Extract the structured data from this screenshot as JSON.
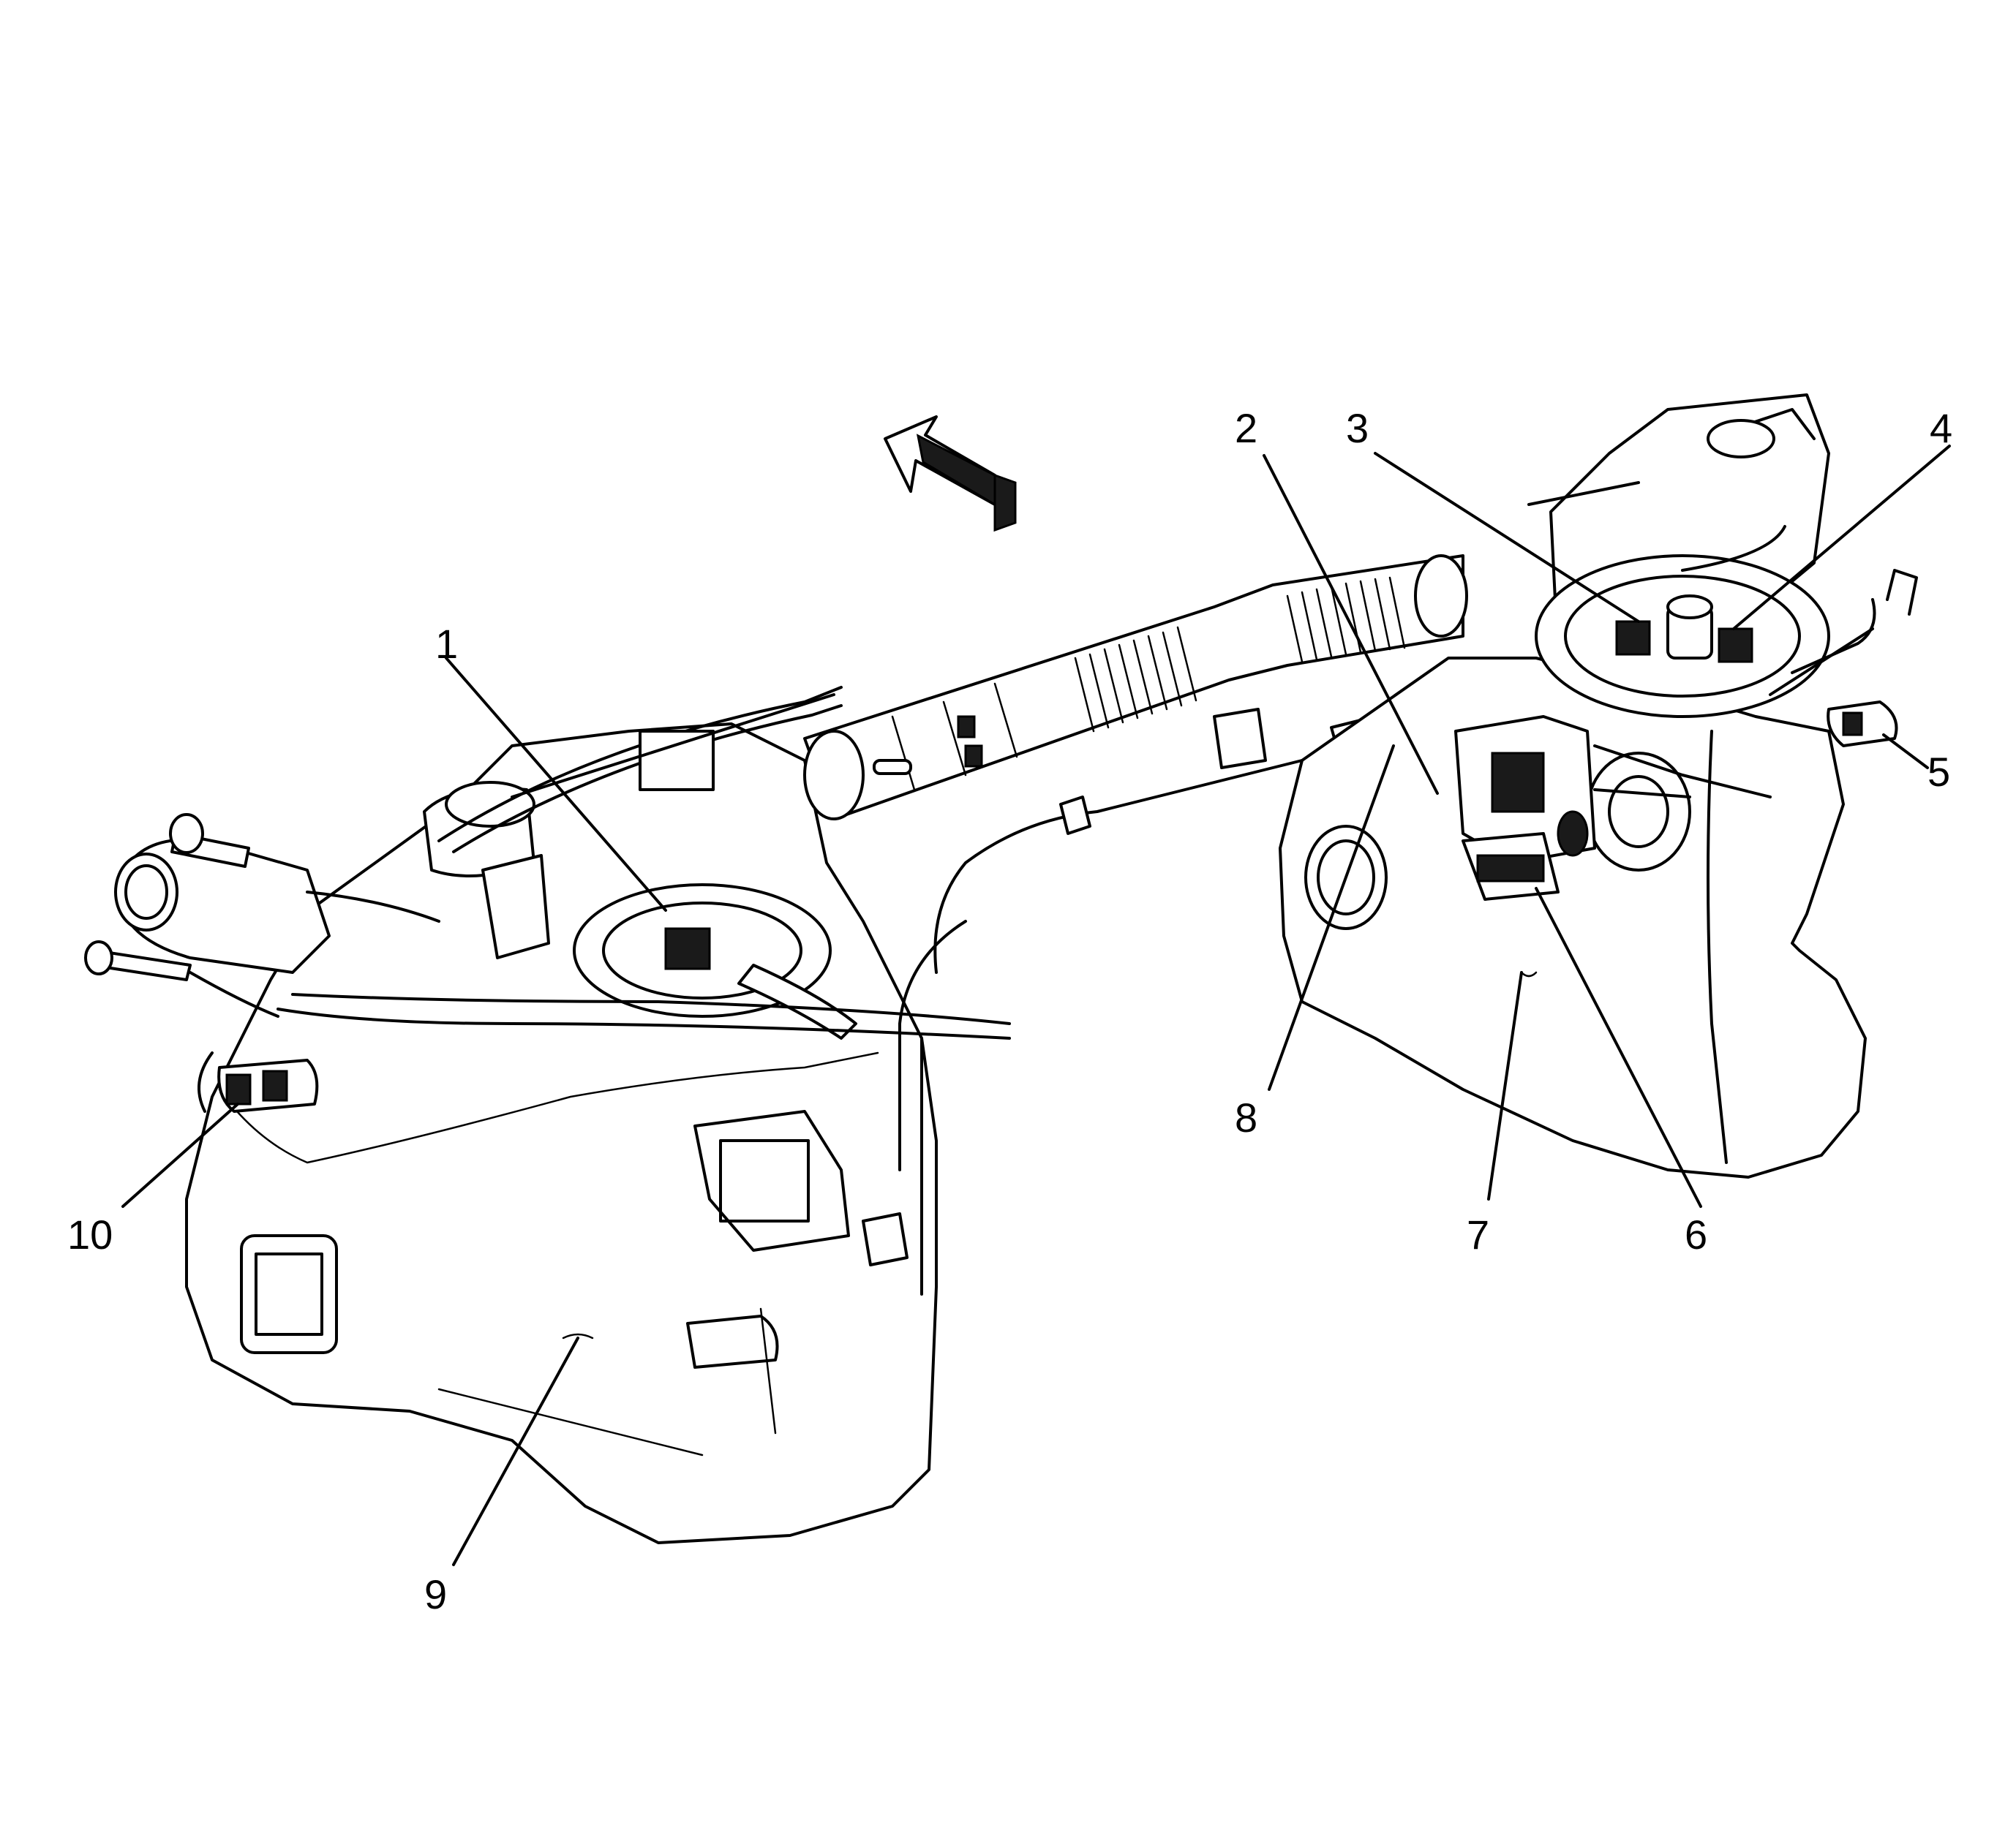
{
  "diagram": {
    "callouts": [
      {
        "id": "1",
        "label": "1"
      },
      {
        "id": "2",
        "label": "2"
      },
      {
        "id": "3",
        "label": "3"
      },
      {
        "id": "4",
        "label": "4"
      },
      {
        "id": "5",
        "label": "5"
      },
      {
        "id": "6",
        "label": "6"
      },
      {
        "id": "7",
        "label": "7"
      },
      {
        "id": "8",
        "label": "8"
      },
      {
        "id": "9",
        "label": "9"
      },
      {
        "id": "10",
        "label": "10"
      }
    ],
    "direction_arrow": "arrow-icon",
    "colors": {
      "line": "#000000",
      "fill": "#ffffff",
      "part_dark": "#1a1a1a"
    }
  }
}
